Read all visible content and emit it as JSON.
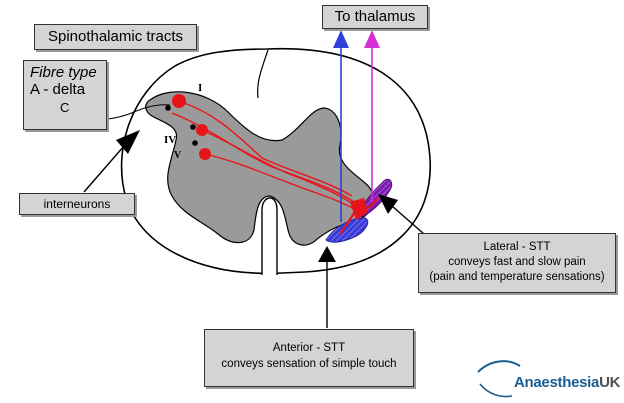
{
  "title": "Spinothalamic tracts",
  "destination_label": "To thalamus",
  "fibre_type": {
    "heading": "Fibre type",
    "a_delta": "A - delta",
    "c": "C"
  },
  "laminae": [
    "I",
    "IV",
    "V"
  ],
  "interneurons_label": "interneurons",
  "lateral": {
    "lines": [
      "Lateral - STT",
      "conveys fast and slow pain",
      "(pain and temperature sensations)"
    ]
  },
  "anterior": {
    "lines": [
      "Anterior - STT",
      "conveys sensation of simple touch"
    ]
  },
  "logo": {
    "main": "Anaesthesia",
    "suffix": "UK"
  },
  "colors": {
    "grey_matter": "#9a9a9a",
    "neuron": "#e8141c",
    "lateral_tract": "#7a1fb0",
    "anterior_tract": "#3a3ad6",
    "arrow_blue": "#2f3fd8",
    "arrow_magenta": "#d42ed4",
    "label_box": "#d4d4d4"
  }
}
